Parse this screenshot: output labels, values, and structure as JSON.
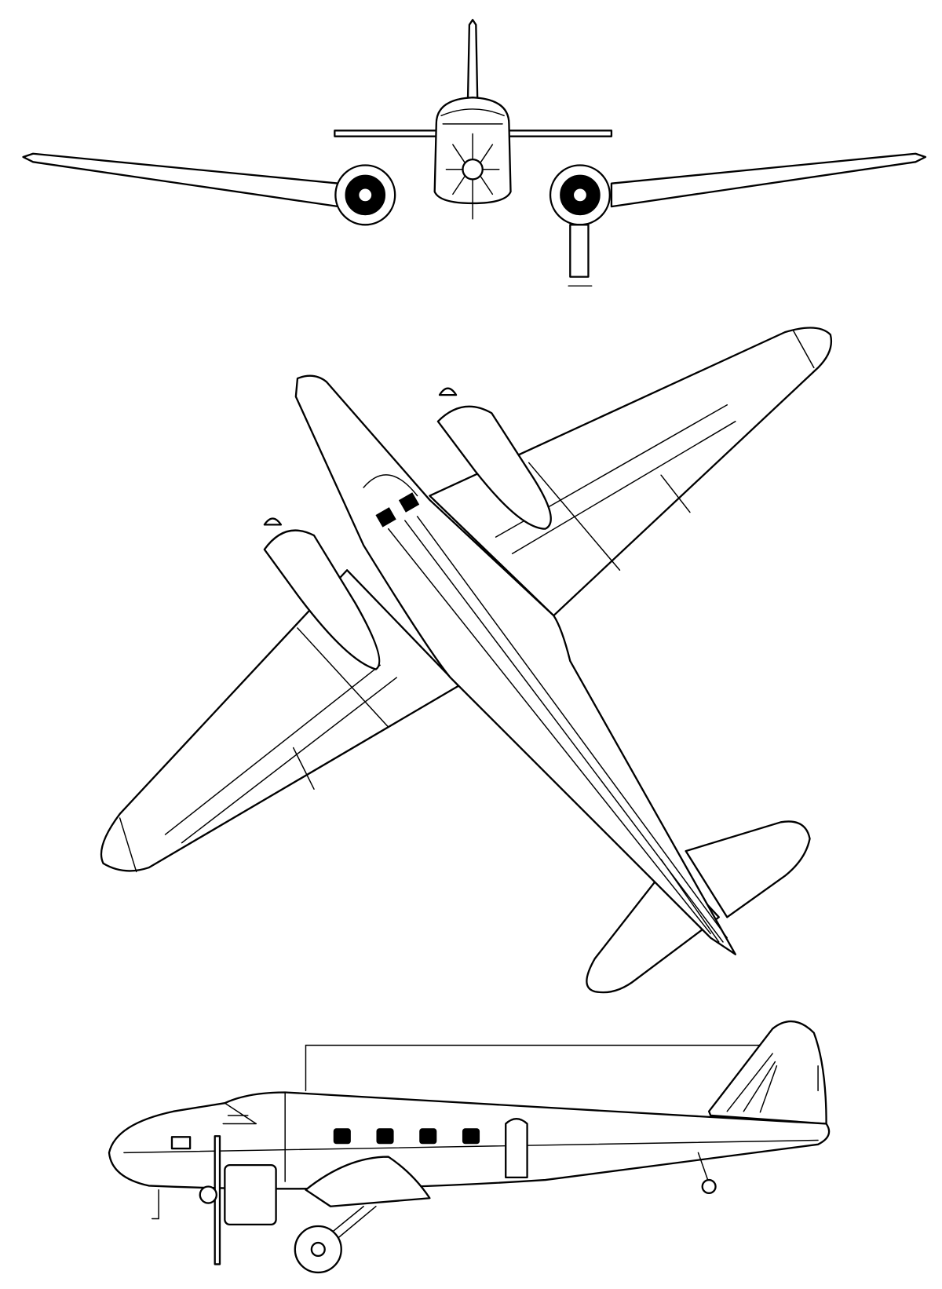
{
  "drawing": {
    "views": [
      "front",
      "top",
      "side"
    ],
    "line_color": "#000000",
    "background_color": "#ffffff"
  }
}
